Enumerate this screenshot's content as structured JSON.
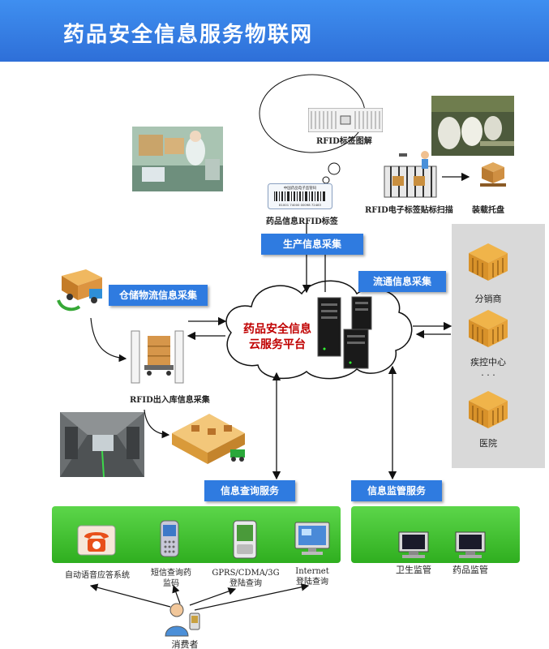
{
  "header": {
    "title": "药品安全信息服务物联网"
  },
  "rfid": {
    "tag_diagram": "RFID标签图解",
    "drug_tag": "药品信息RFID标签",
    "scan": "RFID电子标签贴标扫描",
    "pallet": "装载托盘",
    "inout": "RFID出入库信息采集",
    "card_line1": "中国药品电子监管码",
    "card_line2": "81001 74000 00098 72483"
  },
  "tags": {
    "production": "生产信息采集",
    "warehouse": "仓储物流信息采集",
    "circulation": "流通信息采集",
    "query": "信息查询服务",
    "supervision": "信息监管服务"
  },
  "cloud": {
    "line1": "药品安全信息",
    "line2": "云服务平台"
  },
  "side_entities": [
    {
      "label": "分销商",
      "icon": "warehouse-building-icon"
    },
    {
      "label": "疾控中心",
      "icon": "warehouse-building-icon"
    },
    {
      "label": "医院",
      "icon": "warehouse-building-icon"
    }
  ],
  "side_ellipsis": "· · ·",
  "query_services": [
    {
      "label": "自动语音应答系统",
      "icon": "telephone-icon"
    },
    {
      "label": "短信查询药\n监码",
      "icon": "mobile-phone-icon"
    },
    {
      "label": "GPRS/CDMA/3G\n登陆查询",
      "icon": "pda-phone-icon"
    },
    {
      "label": "Internet\n登陆查询",
      "icon": "computer-monitor-icon"
    }
  ],
  "supervision_services": [
    {
      "label": "卫生监管",
      "icon": "monitor-icon"
    },
    {
      "label": "药品监管",
      "icon": "monitor-icon"
    }
  ],
  "consumer": {
    "label": "消费者",
    "icon": "consumer-person-icon"
  },
  "colors": {
    "header_blue": "#2e6fd8",
    "tag_blue": "#2f7be0",
    "cloud_text_red": "#c00000",
    "panel_green": "#3cc02a",
    "panel_gray": "#d9d9d9"
  }
}
